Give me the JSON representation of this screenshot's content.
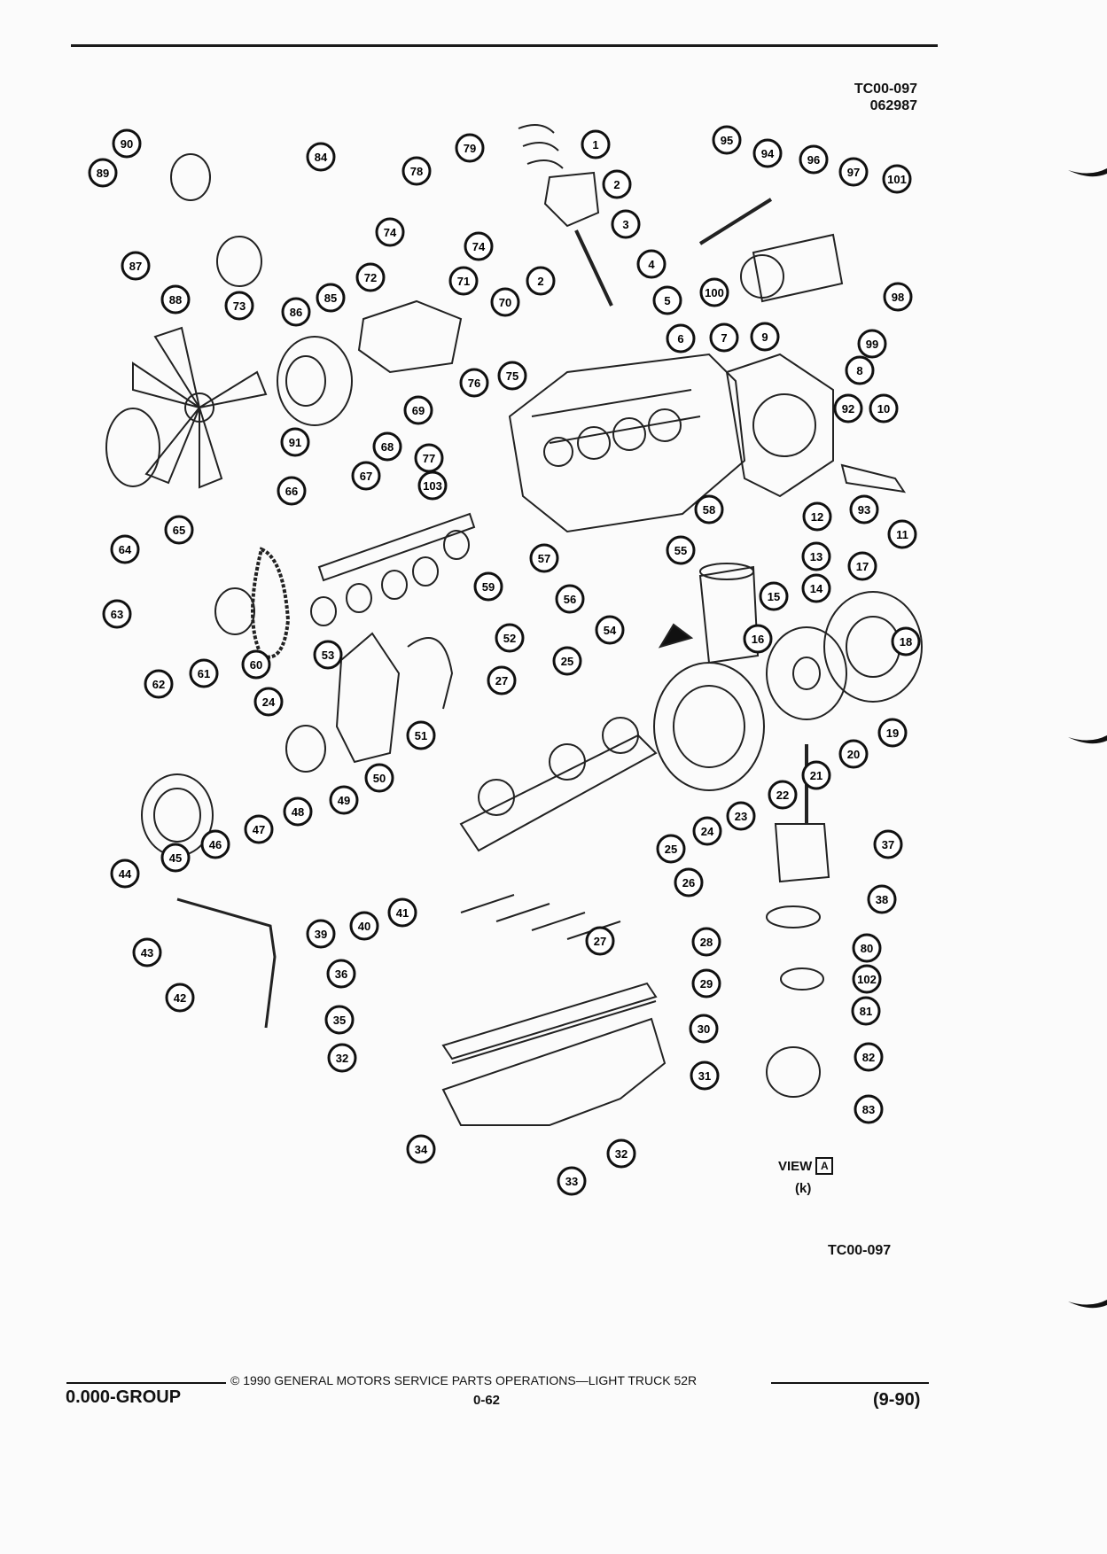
{
  "header": {
    "code": "TC00-097",
    "date_code": "062987"
  },
  "view": {
    "label": "VIEW",
    "letter": "A",
    "sub": "(k)"
  },
  "footer": {
    "tc_code": "TC00-097",
    "copyright": "© 1990 GENERAL MOTORS SERVICE PARTS OPERATIONS—LIGHT TRUCK 52R",
    "group": "0.000-GROUP",
    "page": "0-62",
    "date": "(9-90)"
  },
  "callouts": [
    {
      "n": "90"
    },
    {
      "n": "89"
    },
    {
      "n": "84"
    },
    {
      "n": "78"
    },
    {
      "n": "79"
    },
    {
      "n": "1"
    },
    {
      "n": "2"
    },
    {
      "n": "95"
    },
    {
      "n": "94"
    },
    {
      "n": "96"
    },
    {
      "n": "97"
    },
    {
      "n": "101"
    },
    {
      "n": "87"
    },
    {
      "n": "74"
    },
    {
      "n": "74"
    },
    {
      "n": "3"
    },
    {
      "n": "2"
    },
    {
      "n": "4"
    },
    {
      "n": "100"
    },
    {
      "n": "98"
    },
    {
      "n": "88"
    },
    {
      "n": "86"
    },
    {
      "n": "85"
    },
    {
      "n": "72"
    },
    {
      "n": "71"
    },
    {
      "n": "70"
    },
    {
      "n": "5"
    },
    {
      "n": "99"
    },
    {
      "n": "73"
    },
    {
      "n": "6"
    },
    {
      "n": "7"
    },
    {
      "n": "9"
    },
    {
      "n": "8"
    },
    {
      "n": "76"
    },
    {
      "n": "75"
    },
    {
      "n": "69"
    },
    {
      "n": "92"
    },
    {
      "n": "10"
    },
    {
      "n": "91"
    },
    {
      "n": "68"
    },
    {
      "n": "77"
    },
    {
      "n": "67"
    },
    {
      "n": "103"
    },
    {
      "n": "66"
    },
    {
      "n": "58"
    },
    {
      "n": "12"
    },
    {
      "n": "93"
    },
    {
      "n": "11"
    },
    {
      "n": "65"
    },
    {
      "n": "64"
    },
    {
      "n": "57"
    },
    {
      "n": "55"
    },
    {
      "n": "13"
    },
    {
      "n": "14"
    },
    {
      "n": "17"
    },
    {
      "n": "59"
    },
    {
      "n": "63"
    },
    {
      "n": "56"
    },
    {
      "n": "15"
    },
    {
      "n": "18"
    },
    {
      "n": "54"
    },
    {
      "n": "16"
    },
    {
      "n": "52"
    },
    {
      "n": "62"
    },
    {
      "n": "61"
    },
    {
      "n": "60"
    },
    {
      "n": "25"
    },
    {
      "n": "27"
    },
    {
      "n": "53"
    },
    {
      "n": "24"
    },
    {
      "n": "19"
    },
    {
      "n": "20"
    },
    {
      "n": "21"
    },
    {
      "n": "22"
    },
    {
      "n": "51"
    },
    {
      "n": "49"
    },
    {
      "n": "50"
    },
    {
      "n": "48"
    },
    {
      "n": "47"
    },
    {
      "n": "23"
    },
    {
      "n": "24"
    },
    {
      "n": "44"
    },
    {
      "n": "45"
    },
    {
      "n": "46"
    },
    {
      "n": "25"
    },
    {
      "n": "37"
    },
    {
      "n": "26"
    },
    {
      "n": "38"
    },
    {
      "n": "43"
    },
    {
      "n": "39"
    },
    {
      "n": "40"
    },
    {
      "n": "41"
    },
    {
      "n": "27"
    },
    {
      "n": "28"
    },
    {
      "n": "80"
    },
    {
      "n": "42"
    },
    {
      "n": "36"
    },
    {
      "n": "29"
    },
    {
      "n": "102"
    },
    {
      "n": "81"
    },
    {
      "n": "35"
    },
    {
      "n": "30"
    },
    {
      "n": "32"
    },
    {
      "n": "31"
    },
    {
      "n": "82"
    },
    {
      "n": "83"
    },
    {
      "n": "34"
    },
    {
      "n": "32"
    },
    {
      "n": "33"
    }
  ]
}
